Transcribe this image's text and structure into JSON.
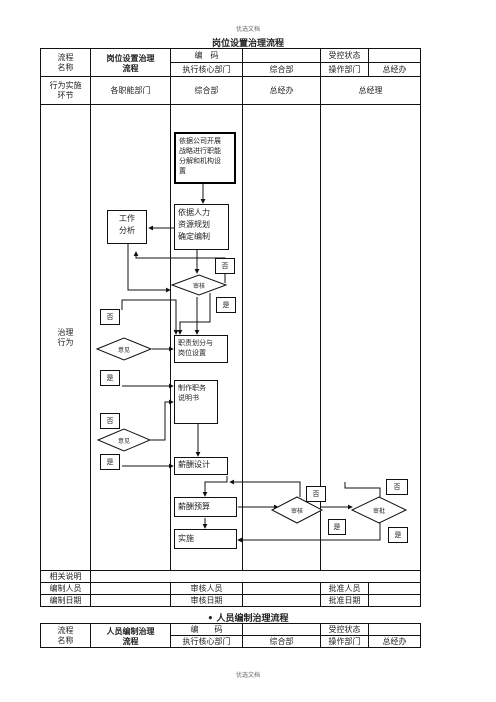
{
  "page": {
    "header_mark": "优选文档",
    "footer_mark": "优选文档"
  },
  "section1": {
    "title": "岗位设置治理流程",
    "row1": {
      "label_a": "流程",
      "label_b": "名称",
      "flow_name_a": "岗位设置治理",
      "flow_name_b": "流程",
      "code_label": "编　码",
      "code_value": "",
      "status_label": "受控状态",
      "status_value": "",
      "core_dept_label": "执行核心部门",
      "core_dept_value": "综合部",
      "op_dept_label": "操作部门",
      "op_dept_value": "总经办"
    },
    "row2": {
      "label_a": "行为实施",
      "label_b": "环节",
      "col1": "各职能部门",
      "col2": "综合部",
      "col3": "总经办",
      "col4": "总经理"
    },
    "behavior_label_a": "治理",
    "behavior_label_b": "行为",
    "flow": {
      "box_company_a": "依据公司开展",
      "box_company_b": "战略进行职能",
      "box_company_c": "分解和机构设",
      "box_company_d": "置",
      "box_plan_a": "依据人力",
      "box_plan_b": "资源规划",
      "box_plan_c": "确定编制",
      "box_analysis_a": "工作",
      "box_analysis_b": "分析",
      "diamond_review": "审核",
      "no_1": "否",
      "yes_1": "是",
      "no_2": "否",
      "diamond_opinion_1": "意见",
      "yes_2": "是",
      "box_duty_a": "职责划分与",
      "box_duty_b": "岗位设置",
      "box_desc_a": "制作职务",
      "box_desc_b": "说明书",
      "no_3": "否",
      "diamond_opinion_2": "意见",
      "yes_3": "是",
      "box_salary": "薪酬设计",
      "box_budget": "薪酬预算",
      "box_implement": "实施",
      "diamond_review_2": "审核",
      "no_4": "否",
      "yes_4": "是",
      "diamond_approve": "审批",
      "no_5": "否",
      "yes_5": "是"
    },
    "footer_rows": {
      "related": "相关说明",
      "editor": "编制人员",
      "reviewer": "审核人员",
      "approver": "批准人员",
      "edit_date": "编制日期",
      "review_date": "审核日期",
      "approve_date": "批准日期"
    }
  },
  "section2": {
    "bullet": "•",
    "title": "人员编制治理流程",
    "label_a": "流程",
    "label_b": "名称",
    "flow_name_a": "人员编制治理",
    "flow_name_b": "流程",
    "code_label": "编　　码",
    "status_label": "受控状态",
    "core_dept_label": "执行核心部门",
    "core_dept_value": "综合部",
    "op_dept_label": "操作部门",
    "op_dept_value": "总经办"
  }
}
